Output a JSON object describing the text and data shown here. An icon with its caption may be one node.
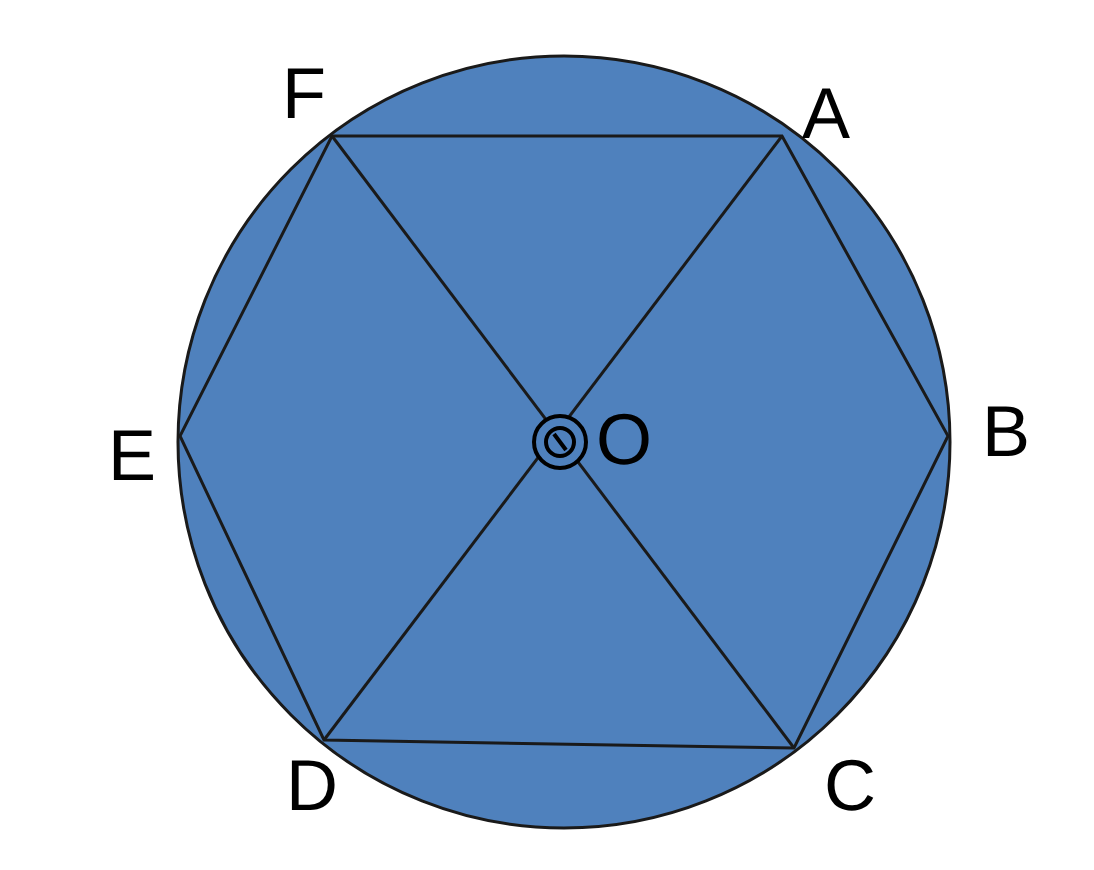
{
  "diagram": {
    "labels": [
      "F",
      "A",
      "E",
      "O",
      "B",
      "D",
      "C"
    ]
  }
}
